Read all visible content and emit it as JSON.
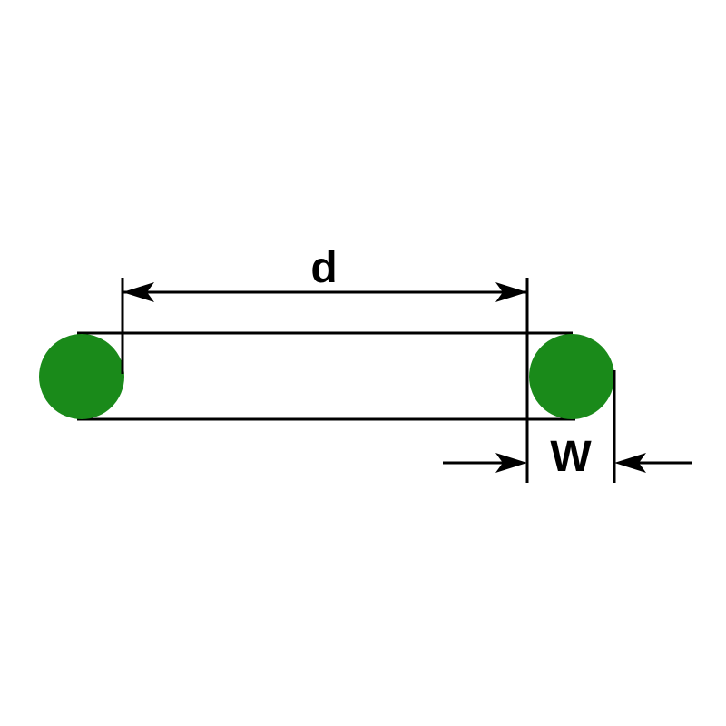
{
  "diagram": {
    "type": "technical-dimension-drawing",
    "subject": "O-ring side view with diameter and cross-section width callouts",
    "labels": {
      "diameter": "d",
      "width": "W"
    },
    "colors": {
      "ring": "#1a8a1a",
      "lines": "#000000",
      "background": "#ffffff",
      "text": "#000000"
    }
  }
}
